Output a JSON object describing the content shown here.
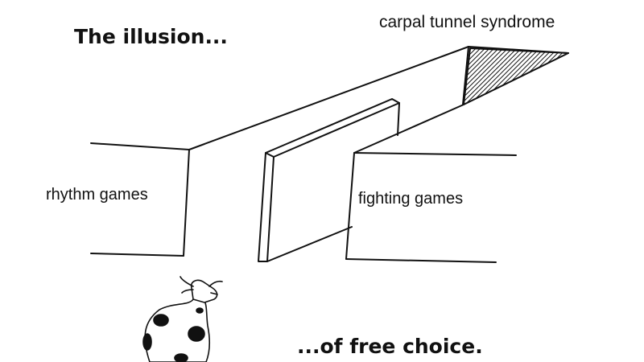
{
  "title_top": "The illusion...",
  "title_bottom": "...of free choice.",
  "labels": {
    "top_path": "carpal tunnel syndrome",
    "left_path": "rhythm games",
    "right_path": "fighting games"
  },
  "figure": "cow"
}
